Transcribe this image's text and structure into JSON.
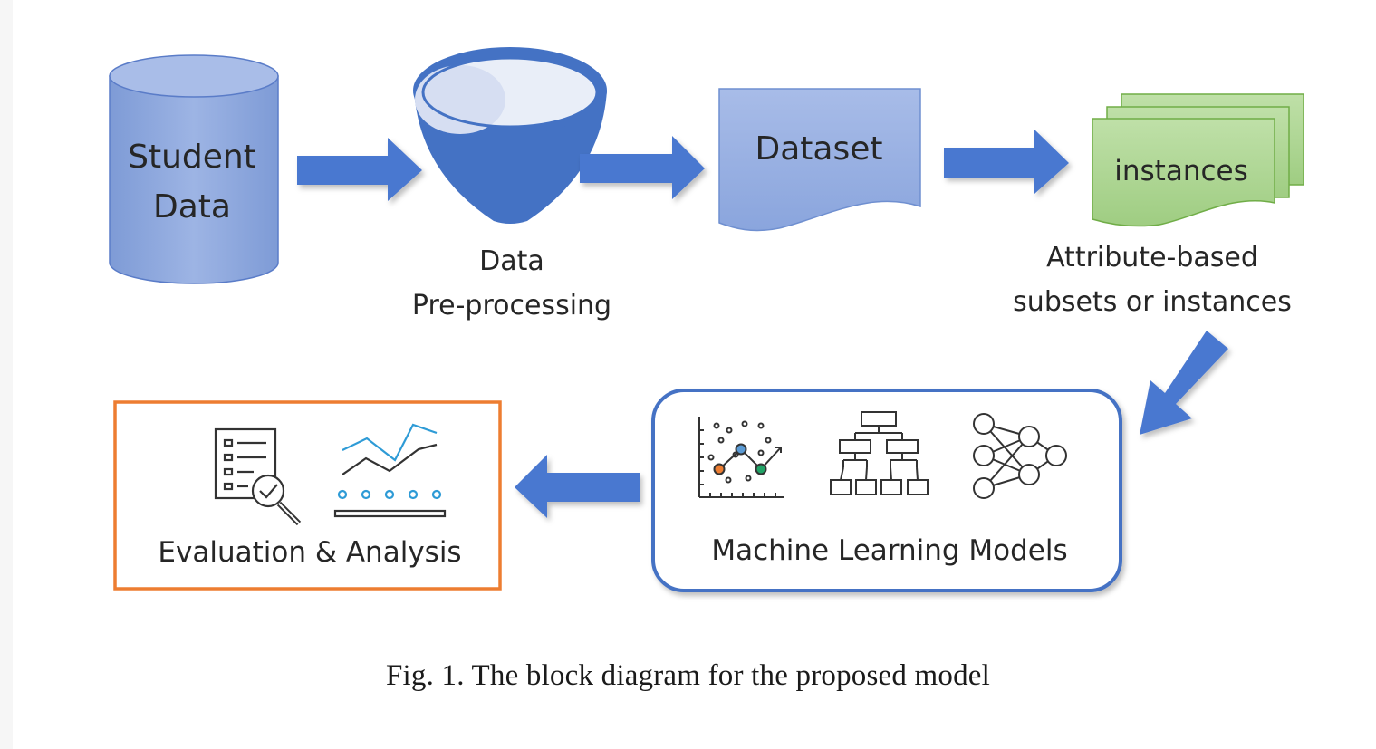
{
  "nodes": {
    "student_data": {
      "line1": "Student",
      "line2": "Data"
    },
    "preprocessing": {
      "line1": "Data",
      "line2": "Pre-processing"
    },
    "dataset": {
      "label": "Dataset"
    },
    "instances": {
      "label": "instances",
      "caption_line1": "Attribute-based",
      "caption_line2": "subsets or instances"
    },
    "ml_models": {
      "label": "Machine Learning Models",
      "icons": [
        "scatter-plot-icon",
        "hierarchy-tree-icon",
        "neural-network-icon"
      ]
    },
    "evaluation": {
      "label": "Evaluation & Analysis",
      "icons": [
        "checklist-magnifier-icon",
        "line-trend-chart-icon"
      ]
    }
  },
  "caption": "Fig. 1. The block diagram for the proposed model",
  "colors": {
    "blue_fill": "#8faadc",
    "blue_dark": "#4472c4",
    "arrow_blue": "#4a78d0",
    "green_fill": "#a9d18e",
    "green_edge": "#70ad47",
    "orange_border": "#ed7d31",
    "text": "#262626"
  }
}
